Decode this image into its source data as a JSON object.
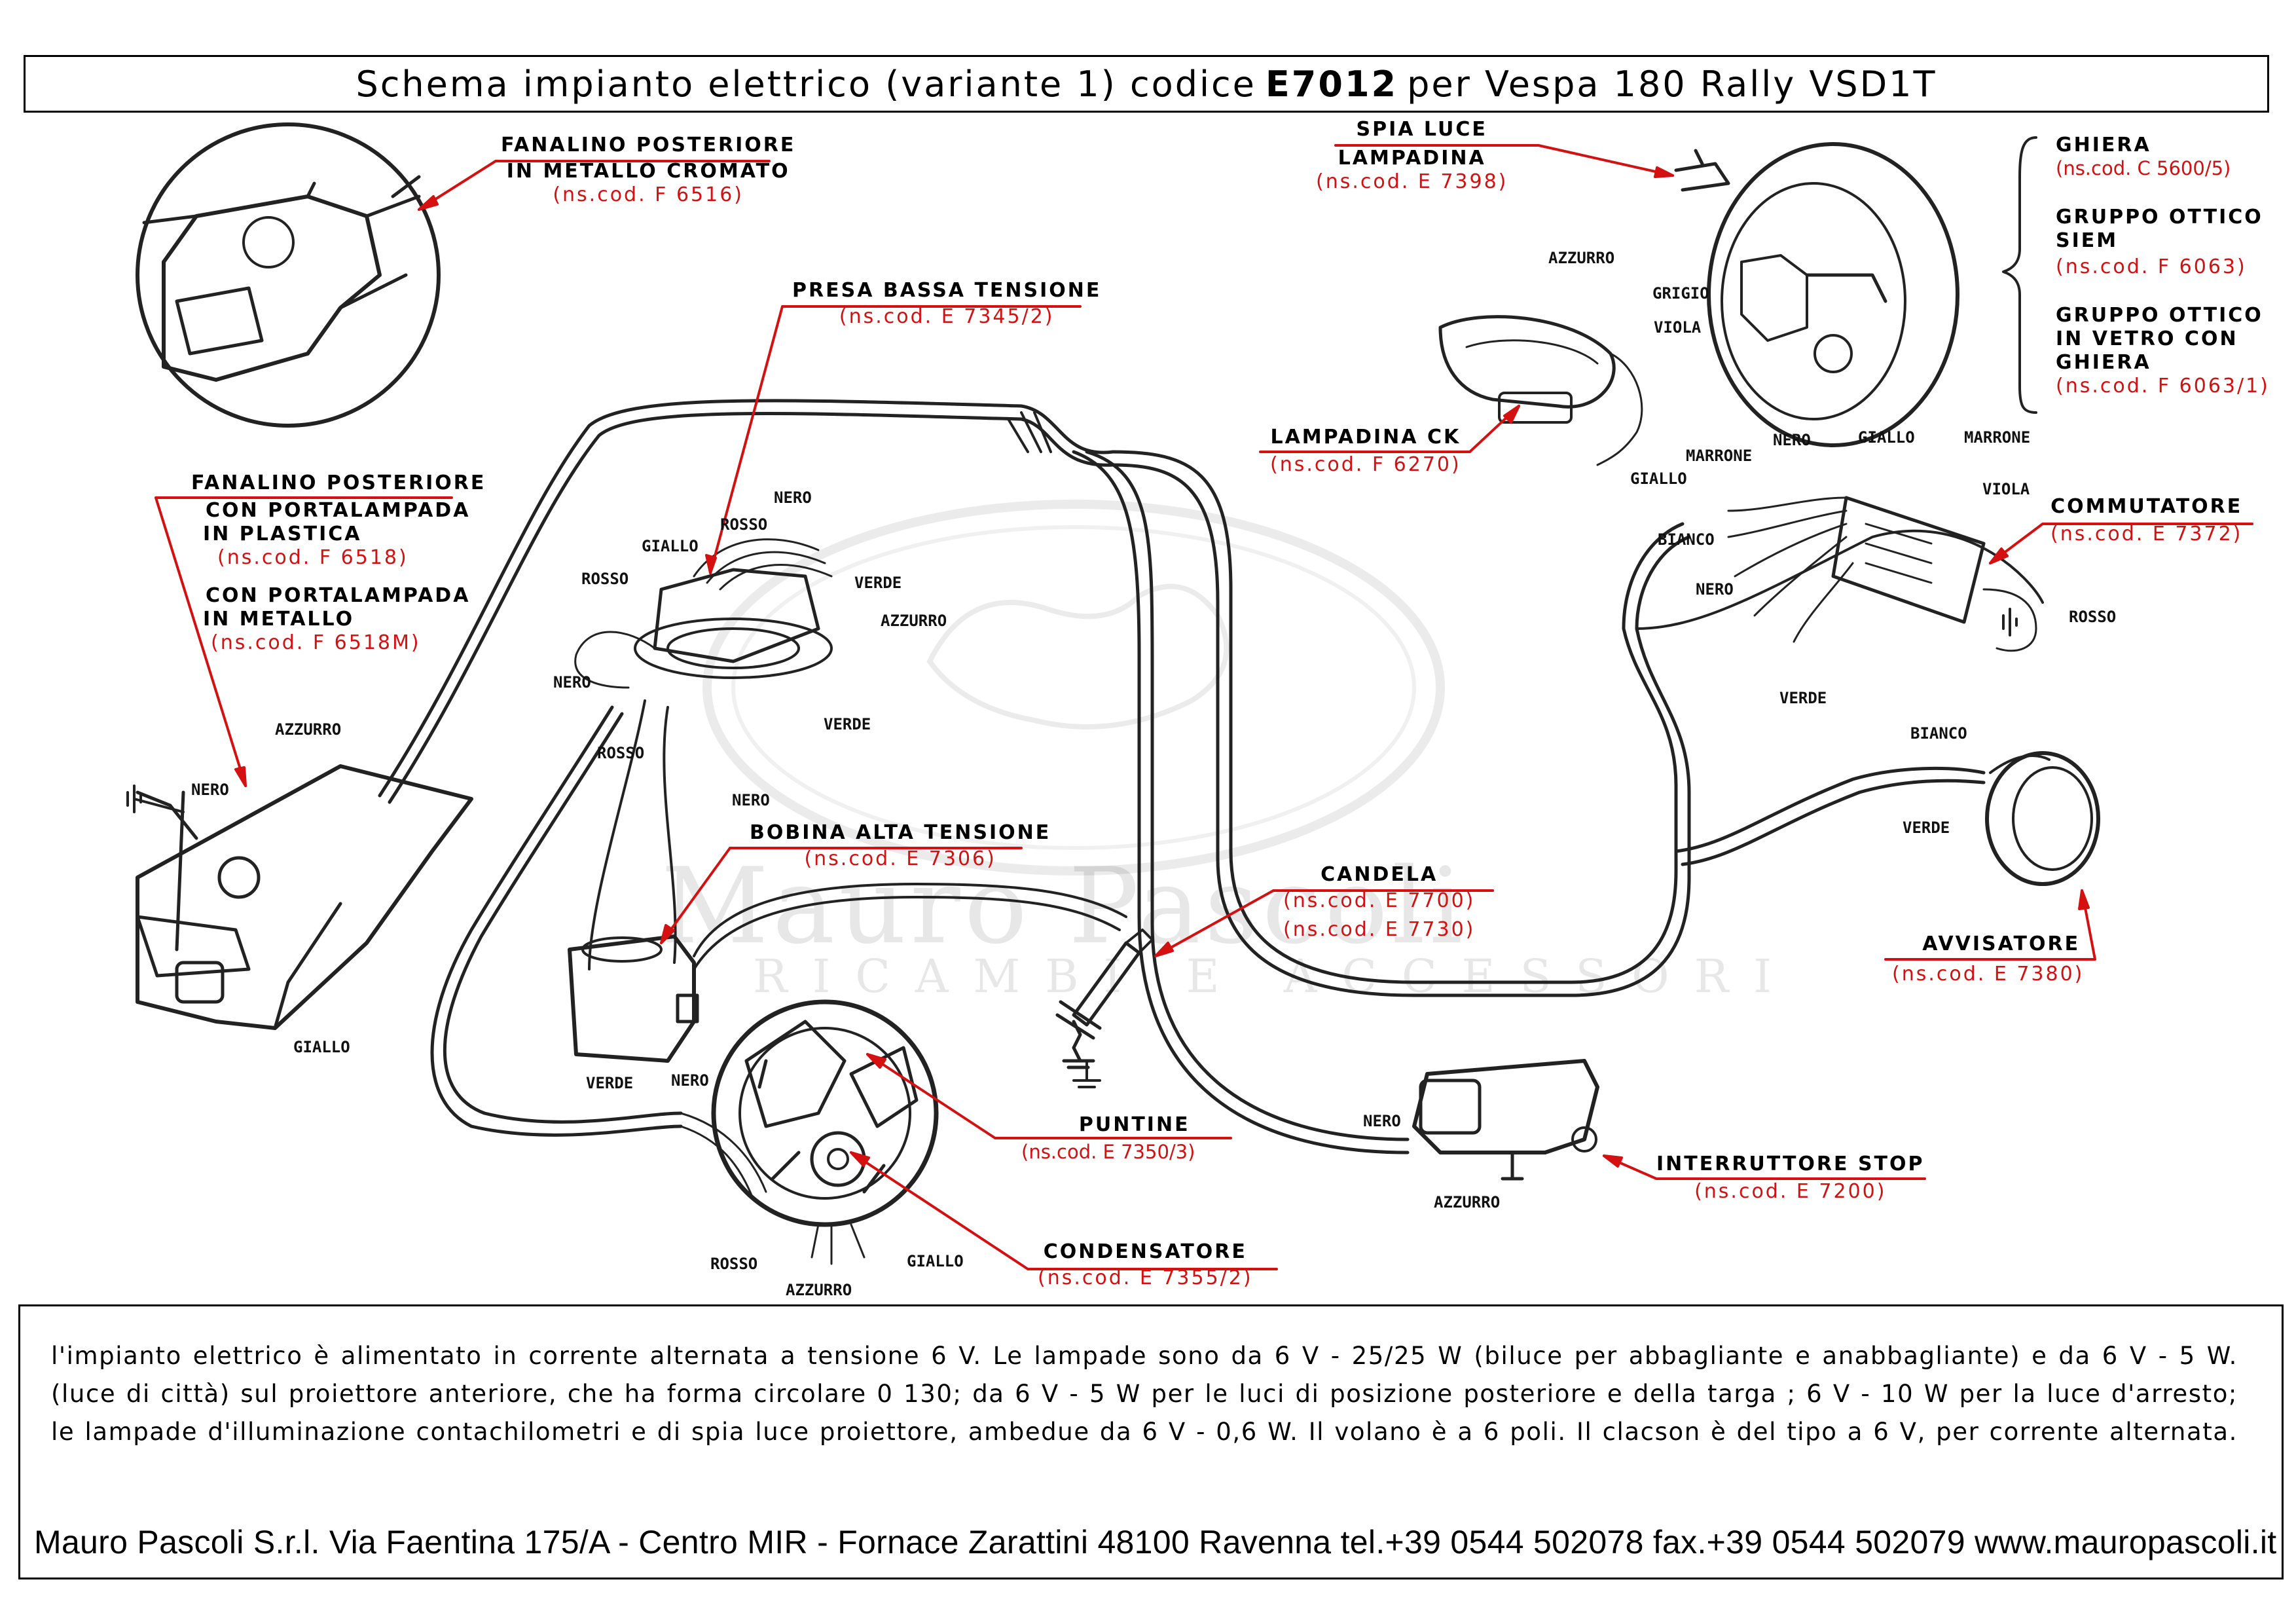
{
  "title": {
    "prefix": "Schema impianto elettrico (variante 1) codice",
    "code": "E7012",
    "suffix": "per Vespa 180 Rally VSD1T"
  },
  "watermark": {
    "name": "Mauro Pascoli",
    "sub": "RICAMBI E ACCESSORI"
  },
  "components": {
    "fanalino_metallo": {
      "line1": "FANALINO POSTERIORE",
      "line2": "IN METALLO CROMATO",
      "code": "(ns.cod. F 6516)"
    },
    "fanalino_plastica": {
      "line1": "FANALINO POSTERIORE",
      "line2": "CON PORTALAMPADA",
      "line3": "IN PLASTICA",
      "code1": "(ns.cod. F 6518)",
      "line4": "CON PORTALAMPADA",
      "line5": "IN METALLO",
      "code2": "(ns.cod. F 6518M)"
    },
    "presa": {
      "line1": "PRESA BASSA TENSIONE",
      "code": "(ns.cod. E 7345/2)"
    },
    "bobina": {
      "line1": "BOBINA ALTA TENSIONE",
      "code": "(ns.cod. E 7306)"
    },
    "candela": {
      "line1": "CANDELA",
      "code1": "(ns.cod. E 7700)",
      "code2": "(ns.cod. E 7730)"
    },
    "puntine": {
      "line1": "PUNTINE",
      "code": "(ns.cod. E 7350/3)"
    },
    "condensatore": {
      "line1": "CONDENSATORE",
      "code": "(ns.cod. E 7355/2)"
    },
    "spia": {
      "line1": "SPIA LUCE",
      "line2": "LAMPADINA",
      "code": "(ns.cod. E 7398)"
    },
    "lampadina_ck": {
      "line1": "LAMPADINA CK",
      "code": "(ns.cod. F 6270)"
    },
    "ghiera": {
      "line1": "GHIERA",
      "code": "(ns.cod. C 5600/5)"
    },
    "gruppo_siem": {
      "line1": "GRUPPO OTTICO",
      "line2": "SIEM",
      "code": "(ns.cod. F 6063)"
    },
    "gruppo_vetro": {
      "line1": "GRUPPO OTTICO",
      "line2": "IN VETRO CON",
      "line3": "GHIERA",
      "code": "(ns.cod. F 6063/1)"
    },
    "commutatore": {
      "line1": "COMMUTATORE",
      "code": "(ns.cod. E 7372)"
    },
    "avvisatore": {
      "line1": "AVVISATORE",
      "code": "(ns.cod. E 7380)"
    },
    "stop": {
      "line1": "INTERRUTTORE STOP",
      "code": "(ns.cod. E 7200)"
    }
  },
  "wires": {
    "tail_azzurro": "AZZURRO",
    "tail_nero": "NERO",
    "tail_giallo": "GIALLO",
    "presa_nero": "NERO",
    "presa_rosso": "ROSSO",
    "presa_giallo": "GIALLO",
    "presa_rosso2": "ROSSO",
    "presa_verde": "VERDE",
    "presa_azzurro": "AZZURRO",
    "presa_nero2": "NERO",
    "presa_verde2": "VERDE",
    "mid_rosso": "ROSSO",
    "mid_nero": "NERO",
    "stator_verde": "VERDE",
    "stator_nero": "NERO",
    "stator_rosso": "ROSSO",
    "stator_azzurro": "AZZURRO",
    "stator_giallo": "GIALLO",
    "head_azzurro": "AZZURRO",
    "head_grigio": "GRIGIO",
    "head_viola": "VIOLA",
    "head_giallo": "GIALLO",
    "head_marrone": "MARRONE",
    "head_nero": "NERO",
    "head_giallo2": "GIALLO",
    "head_marrone2": "MARRONE",
    "comm_viola": "VIOLA",
    "comm_bianco": "BIANCO",
    "comm_nero": "NERO",
    "comm_verde": "VERDE",
    "comm_rosso": "ROSSO",
    "horn_bianco": "BIANCO",
    "horn_verde": "VERDE",
    "stop_nero": "NERO",
    "stop_azzurro": "AZZURRO"
  },
  "description": [
    "l'impianto elettrico è alimentato in corrente alternata a tensione 6 V. Le lampade sono da 6 V - 25/25 W (biluce per abbagliante e anabbagliante) e da 6 V - 5 W.",
    "(luce di città) sul proiettore anteriore, che ha forma circolare 0 130; da 6 V - 5 W per le luci di posizione posteriore e della targa ; 6 V - 10 W per la luce d'arresto;",
    "le lampade d'illuminazione contachilometri e di spia luce proiettore, ambedue da 6 V - 0,6 W. Il volano è a 6 poli. Il clacson è del tipo a 6 V, per corrente alternata."
  ],
  "footer": "Mauro Pascoli S.r.l. Via Faentina 175/A - Centro MIR - Fornace Zarattini 48100 Ravenna tel.+39 0544 502078 fax.+39 0544 502079 www.mauropascoli.it",
  "colors": {
    "label": "#000000",
    "code": "#d41010",
    "leader": "#d41010",
    "drawing": "#222222"
  }
}
